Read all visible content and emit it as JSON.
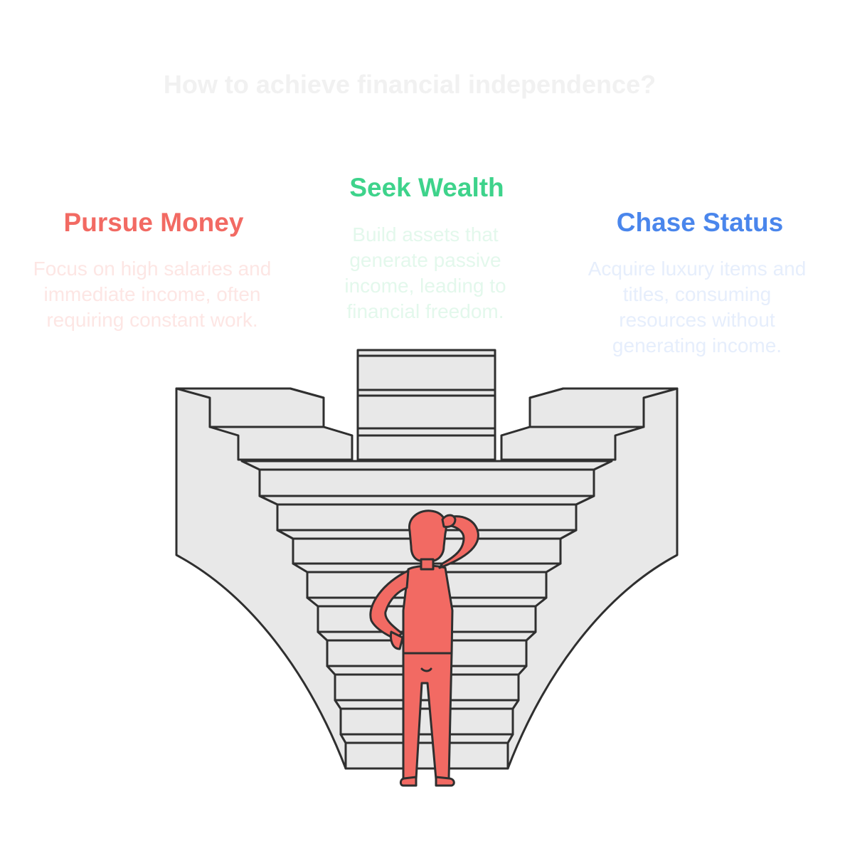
{
  "title": "How to achieve financial independence?",
  "options": [
    {
      "heading": "Pursue Money",
      "description": "Focus on high salaries and immediate income, often requiring constant work.",
      "heading_color": "#f26a63",
      "description_color": "#fde6e4"
    },
    {
      "heading": "Seek Wealth",
      "description": "Build assets that generate passive income, leading to financial freedom.",
      "heading_color": "#3ed38b",
      "description_color": "#e3f8ec"
    },
    {
      "heading": "Chase Status",
      "description": "Acquire luxury items and titles, consuming resources without generating income.",
      "heading_color": "#4a86ec",
      "description_color": "#e6eefc"
    }
  ],
  "colors": {
    "stairs_fill": "#e8e8e8",
    "stroke": "#2f2f2f",
    "person": "#f26a63"
  }
}
